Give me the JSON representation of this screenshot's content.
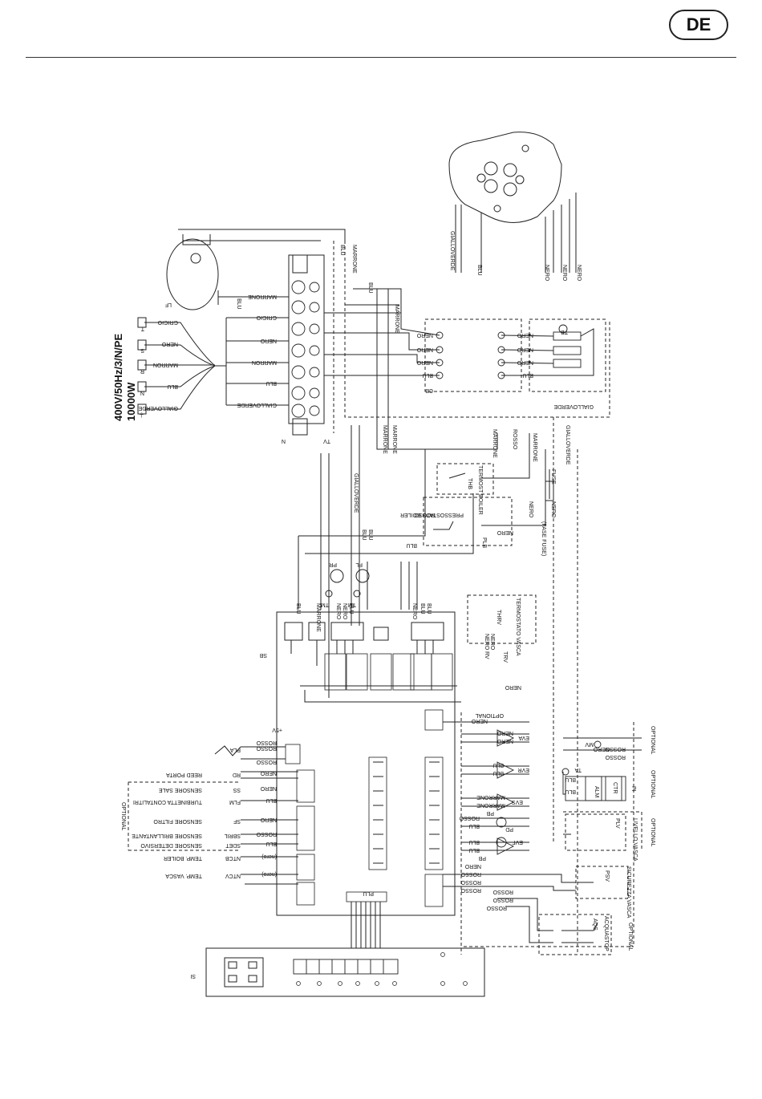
{
  "header": {
    "language_badge": "DE"
  },
  "supply": {
    "voltage": "400V/50Hz/3/N/PE",
    "power": "10000W"
  },
  "terminals": [
    "T",
    "S",
    "R",
    "N",
    "⏚"
  ],
  "feed_wires": [
    "GRIGIO",
    "NERO",
    "MARRON",
    "BLU",
    "GIALLOVERDE"
  ],
  "block_wires": [
    "MARRONE",
    "GRIGIO",
    "NERO",
    "MARRON",
    "BLU",
    "GIALLOVERDE"
  ],
  "heater_wires": [
    "NERO",
    "NERO",
    "NERO",
    "BLU"
  ],
  "heater_wires_right": [
    "NERO",
    "NERO",
    "NERO",
    "BLU"
  ],
  "labels": {
    "lf": "LF",
    "tv": "TV",
    "n": "N",
    "cb": "CB",
    "tb": "TB",
    "blu": "BLU",
    "marrone": "MARRONE",
    "gialloverde": "GIALLOVERDE",
    "rosso": "ROSSO",
    "nero": "NERO",
    "fuse": "FUSE",
    "fuse_note": "(FASE FUSE)",
    "termost_boiler": "TERMOST BOILER",
    "thb": "THB",
    "press_boiler": "PRESSOSTATO BOILER",
    "plb": "PLB",
    "term_vasca": "TERMOSTATO VASCA",
    "thrv": "THRV",
    "rv": "RV",
    "trv": "TRV",
    "pr": "PR",
    "pl": "PL",
    "tm": "TM",
    "sb": "SB",
    "si": "SI",
    "optional": "OPTIONAL",
    "eva": "EVA",
    "evr": "EVR",
    "evs": "EVS",
    "evf": "EVF",
    "pb": "PB",
    "pd": "PD",
    "alm": "ALM",
    "ctr": "CTR",
    "pi": "PI",
    "plv": "PLV",
    "livello_vasca": "LIVELLO VASCA",
    "psv": "PSV",
    "sicurezza_vasca": "SICUREZZA VASCA",
    "aqs": "AQS",
    "acquastop": "ACQUASTOP",
    "mv": "MV",
    "ta": "TA",
    "plu": "PLU",
    "plus5v": "+5V"
  },
  "sensors_left": [
    {
      "code": "PLA",
      "color": "ROSSO",
      "name": ""
    },
    {
      "code": "RD",
      "color": "NERO",
      "name": "REED PORTA"
    },
    {
      "code": "SS",
      "color": "NERO",
      "name": "SENSORE SALE"
    },
    {
      "code": "FLM",
      "color": "BLU",
      "name": "TURBINETTA CONTALITRI"
    },
    {
      "code": "SF",
      "color": "NERO",
      "name": "SENSORE FILTRO"
    },
    {
      "code": "SBRIL",
      "color": "ROSSO",
      "name": "SENSORE BRILLANTANTE"
    },
    {
      "code": "SDET",
      "color": "BLU",
      "name": "SENSORE DETERSIVO"
    },
    {
      "code": "NTCB",
      "color": "(nero)",
      "name": "TEMP. BOILER"
    },
    {
      "code": "NTCV",
      "color": "(nero)",
      "name": "TEMP. VASCA"
    }
  ]
}
